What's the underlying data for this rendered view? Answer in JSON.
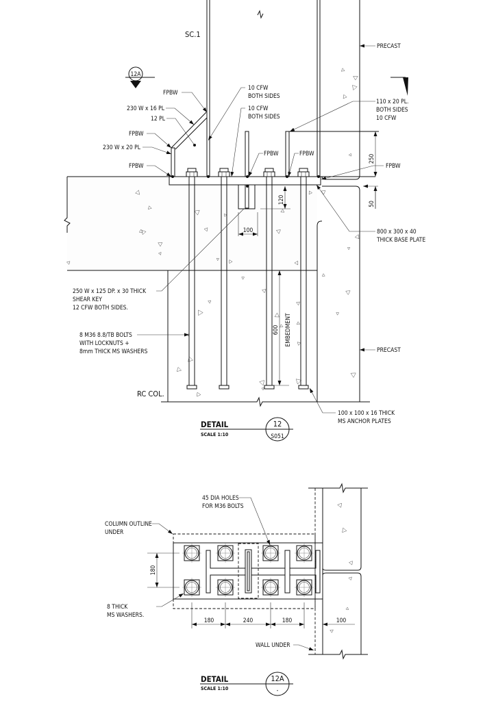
{
  "detail12": {
    "column_label": "SC.1",
    "callout_ref": {
      "top": "12A",
      "bottom": "-"
    },
    "fpbw_1": "FPBW",
    "diag_plate": "230 W x 16 PL",
    "pl12": "12 PL",
    "fpbw_2": "FPBW",
    "vert_plate": "230 W x 20 PL",
    "fpbw_3": "FPBW",
    "cfw1": [
      "10 CFW",
      "BOTH SIDES"
    ],
    "cfw2": [
      "10 CFW",
      "BOTH SIDES"
    ],
    "fpbw_4": "FPBW",
    "fpbw_5": "FPBW",
    "side_plate": [
      "110 x 20 PL.",
      "BOTH SIDES",
      "10 CFW"
    ],
    "fpbw_6": "FPBW",
    "precast_top": "PRECAST",
    "dim_250": "250",
    "dim_50": "50",
    "dim_120": "120",
    "dim_100": "100",
    "base_plate": [
      "800 x 300 x 40",
      "THICK BASE PLATE"
    ],
    "shear_key": [
      "250 W x 125 DP. x 30 THICK",
      "SHEAR KEY",
      "12 CFW BOTH SIDES."
    ],
    "bolts": [
      "8 M36 8.8/TB BOLTS",
      "WITH LOCKNUTS +",
      "8mm THICK MS WASHERS"
    ],
    "dim_600": "600",
    "embedment": "EMBEDMENT",
    "precast_bottom": "PRECAST",
    "rc_col": "RC COL.",
    "anchor_plates": [
      "100 x 100 x 16 THICK",
      "MS ANCHOR PLATES"
    ],
    "title": "DETAIL",
    "scale": "SCALE 1:10",
    "bubble": {
      "top": "12",
      "bottom": "S051"
    }
  },
  "detail12A": {
    "holes": [
      "45 DIA HOLES",
      "FOR M36 BOLTS"
    ],
    "column_outline": [
      "COLUMN OUTLINE",
      "UNDER"
    ],
    "washers": [
      "8 THICK",
      "MS WASHERS."
    ],
    "dim_180_v": "180",
    "dims_h": [
      "180",
      "240",
      "180"
    ],
    "dim_100": "100",
    "wall_under": "WALL UNDER",
    "title": "DETAIL",
    "scale": "SCALE 1:10",
    "bubble": {
      "top": "12A",
      "bottom": "-"
    }
  }
}
